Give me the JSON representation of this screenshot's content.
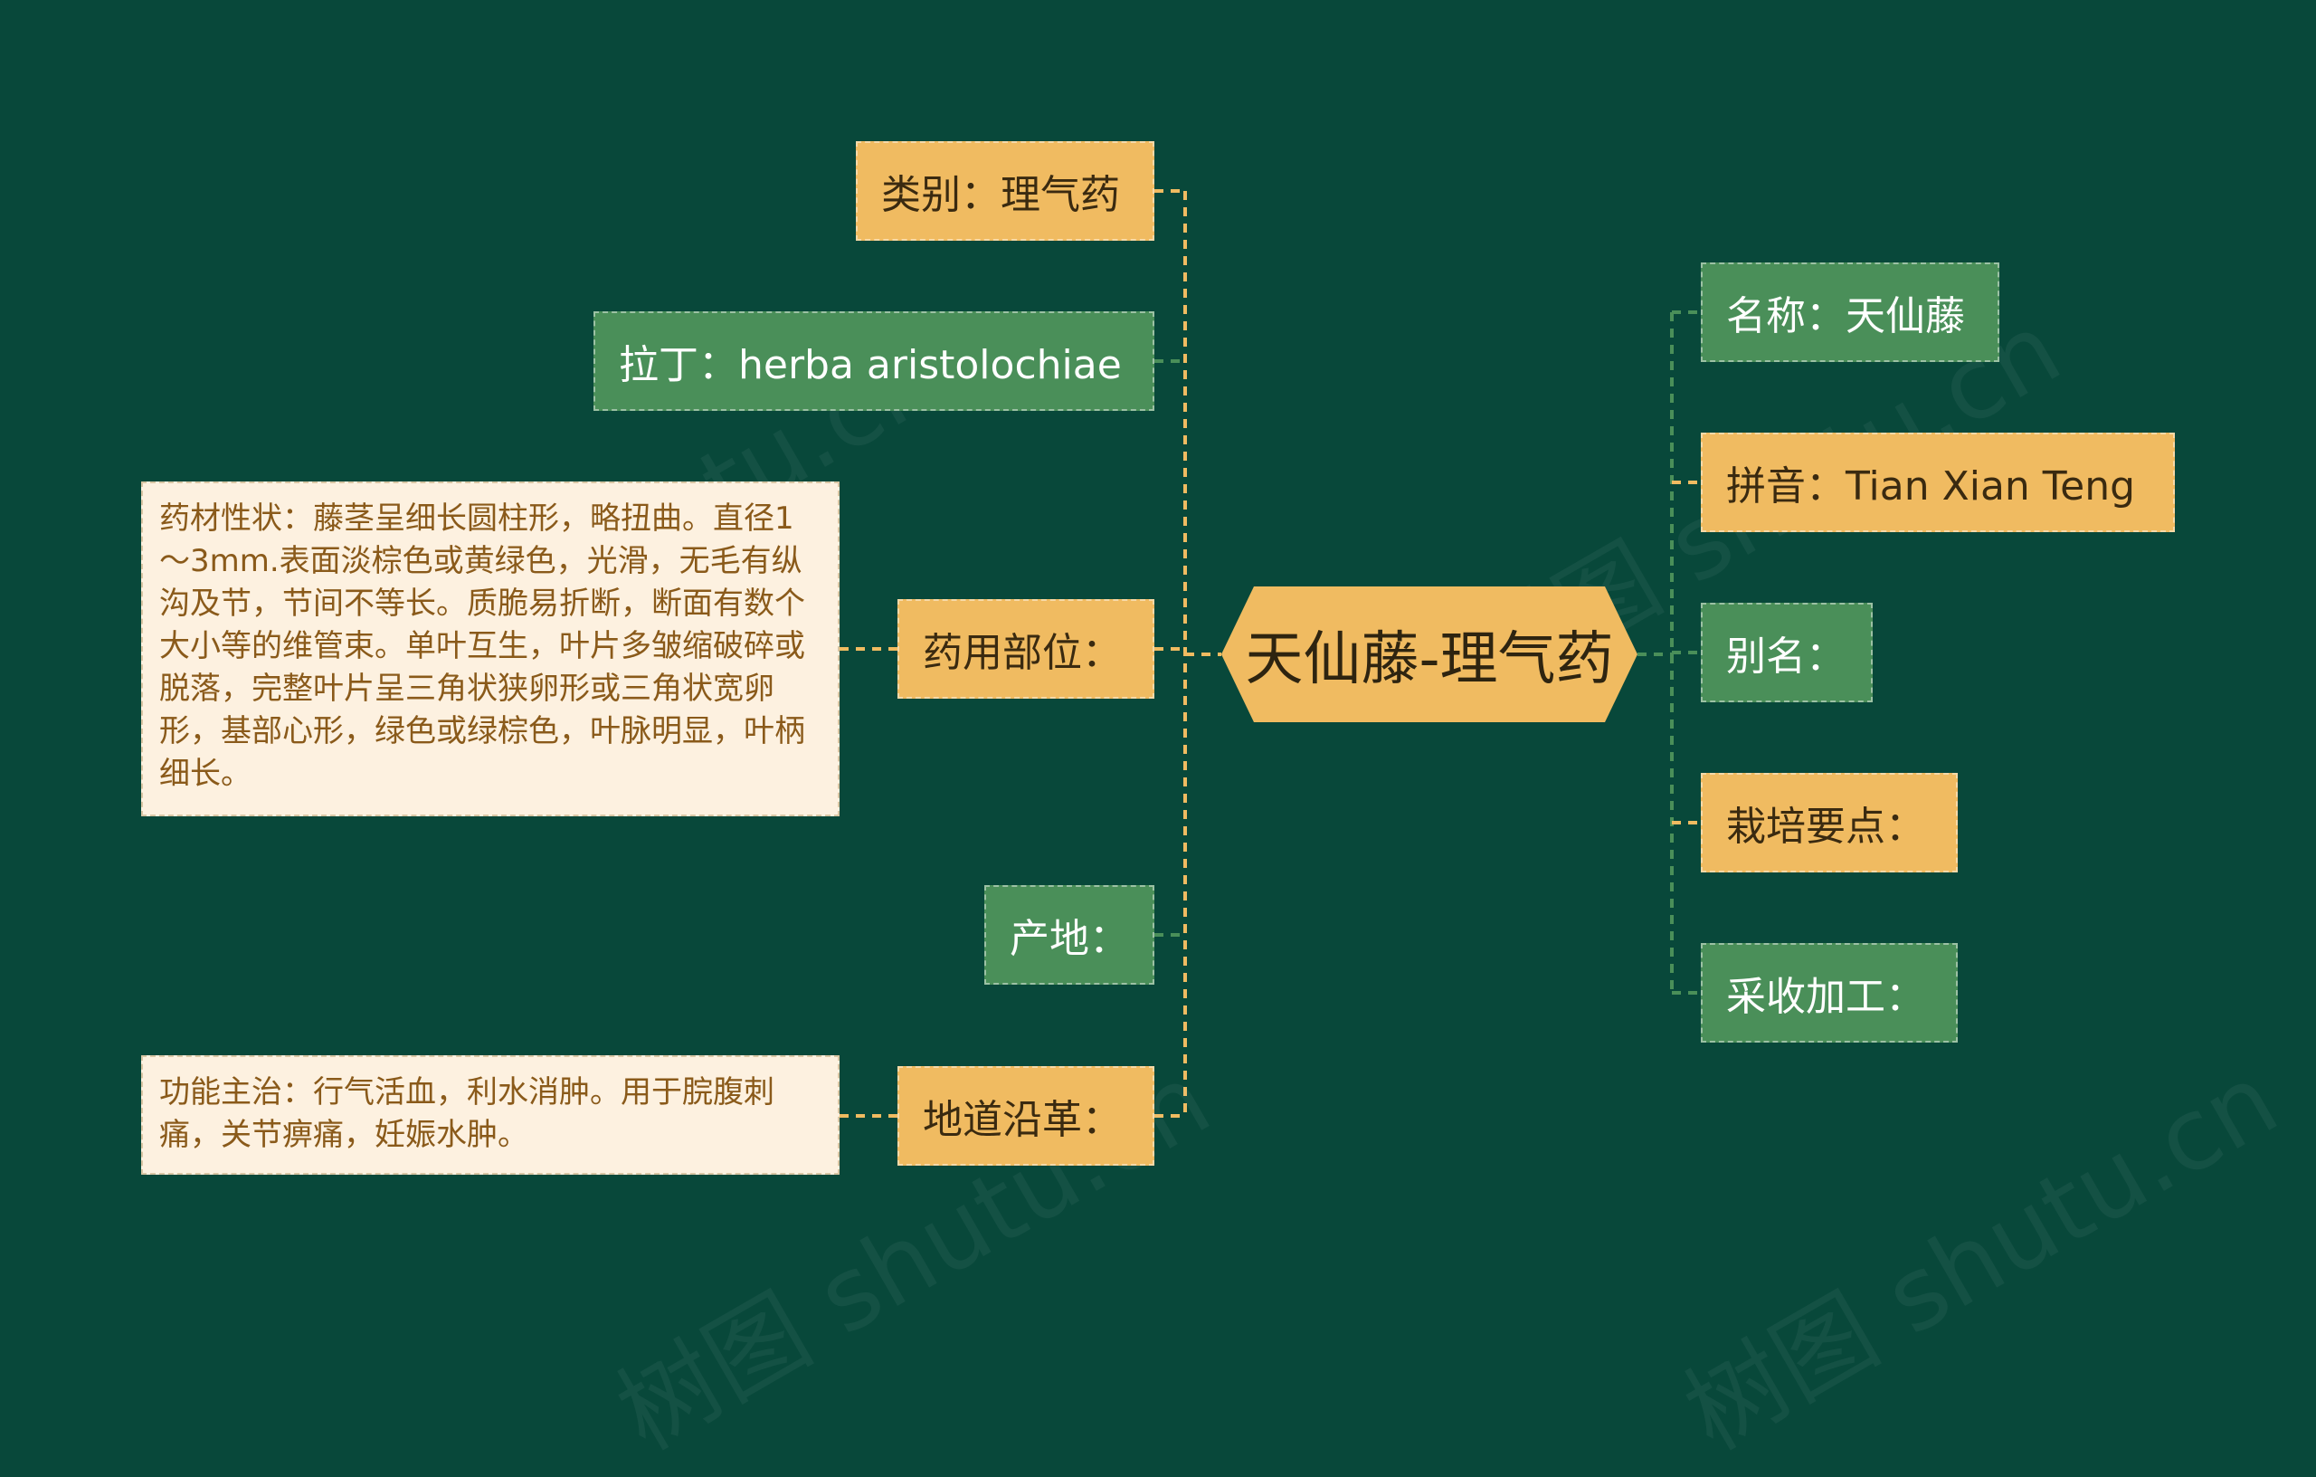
{
  "root": {
    "label": "天仙藤-理气药"
  },
  "left_branches": [
    {
      "label": "类别：理气药",
      "style": "orange"
    },
    {
      "label": "拉丁：herba aristolochiae",
      "style": "green"
    },
    {
      "label": "药用部位：",
      "style": "orange",
      "note": "药材性状：藤茎呈细长圆柱形，略扭曲。直径1～3mm.表面淡棕色或黄绿色，光滑，无毛有纵沟及节，节间不等长。质脆易折断，断面有数个大小等的维管束。单叶互生，叶片多皱缩破碎或脱落，完整叶片呈三角状狭卵形或三角状宽卵形，基部心形，绿色或绿棕色，叶脉明显，叶柄细长。"
    },
    {
      "label": "产地：",
      "style": "green"
    },
    {
      "label": "地道沿革：",
      "style": "orange",
      "note": "功能主治：行气活血，利水消肿。用于脘腹刺痛，关节痹痛，妊娠水肿。"
    }
  ],
  "right_branches": [
    {
      "label": "名称：天仙藤",
      "style": "green"
    },
    {
      "label": "拼音：Tian Xian Teng",
      "style": "orange"
    },
    {
      "label": "别名：",
      "style": "green"
    },
    {
      "label": "栽培要点：",
      "style": "orange"
    },
    {
      "label": "采收加工：",
      "style": "green"
    }
  ],
  "colors": {
    "background": "#08483a",
    "orange": "#f0bb61",
    "green": "#4a8f59",
    "note_bg": "#fdf1e0",
    "note_text": "#8a5a1a"
  },
  "watermark": "树图 shutu.cn"
}
